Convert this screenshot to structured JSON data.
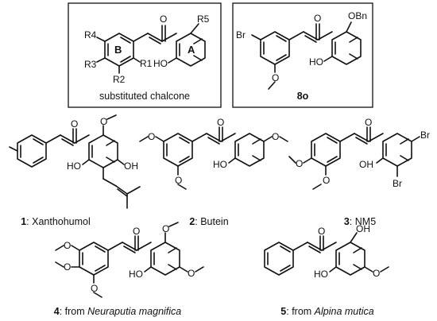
{
  "top_left_box": {
    "labels": {
      "r1": "R1",
      "r2": "R2",
      "r3": "R3",
      "r4": "R4",
      "r5": "R5",
      "ring_b": "B",
      "ring_a": "A",
      "oh": "HO",
      "carbonyl_o": "O"
    },
    "caption": "substituted chalcone"
  },
  "top_right_box": {
    "labels": {
      "br": "Br",
      "obn": "OBn",
      "oh": "HO",
      "carbonyl_o": "O",
      "methoxy_o": "O"
    },
    "caption": "8o"
  },
  "compounds": [
    {
      "number": "1",
      "separator": ": ",
      "name": "Xanthohumol",
      "name_italic": ""
    },
    {
      "number": "2",
      "separator": ": ",
      "name": "Butein",
      "name_italic": ""
    },
    {
      "number": "3",
      "separator": ": ",
      "name": "NM5",
      "name_italic": ""
    },
    {
      "number": "4",
      "separator": ": ",
      "name": "from ",
      "name_italic": "Neuraputia magnifica"
    },
    {
      "number": "5",
      "separator": ": ",
      "name": "from ",
      "name_italic": "Alpina mutica"
    }
  ],
  "atom_labels": {
    "o": "O",
    "oh": "OH",
    "ho": "HO",
    "br": "Br"
  }
}
